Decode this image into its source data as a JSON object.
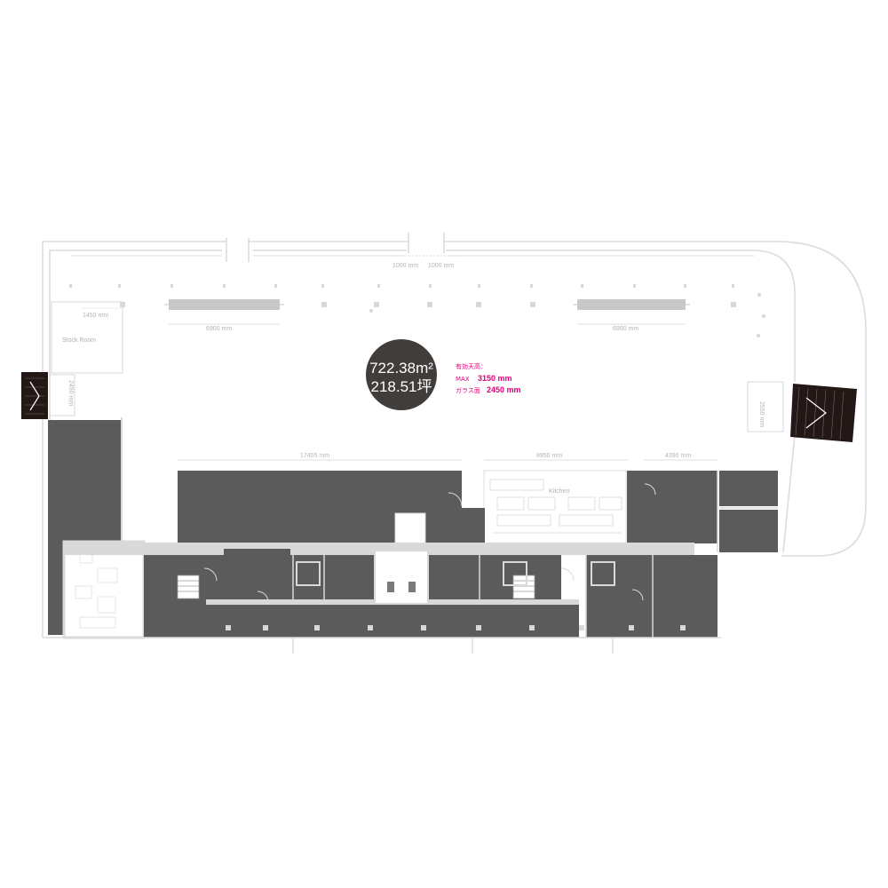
{
  "colors": {
    "background": "#ffffff",
    "outline": "#dcdcdc",
    "core": "#5b5b5b",
    "core_wall": "#d9d9d9",
    "badge": "#413d3b",
    "accent": "#e4007f",
    "entrance": "#231815",
    "fixture": "#c8c8c8"
  },
  "area": {
    "square_meters": "722.38m²",
    "tsubo": "218.51坪"
  },
  "ceiling": {
    "label": "有効天高：",
    "max_label": "MAX",
    "max_value": "3150 mm",
    "glass_label": "ガラス面",
    "glass_value": "2450 mm"
  },
  "dimensions": {
    "top_left_gap": "1000 mm",
    "top_right_gap": "1000 mm",
    "left_bar": "6900 mm",
    "right_bar": "6900 mm",
    "stock_width": "1450 mm",
    "core_span": "17455 mm",
    "kitchen_span": "8950 mm",
    "right_span": "4390 mm",
    "left_entrance": "2450 mm",
    "right_entrance": "2550 mm"
  },
  "rooms": {
    "stock_room": "Stock Room",
    "kitchen": "Kitchen"
  },
  "icons": {
    "left_entrance": "entrance-stair-icon",
    "right_entrance": "entrance-stair-icon",
    "stairs": "stair-icon",
    "toilets": "toilet-icon",
    "doors": "door-swing-icon"
  }
}
